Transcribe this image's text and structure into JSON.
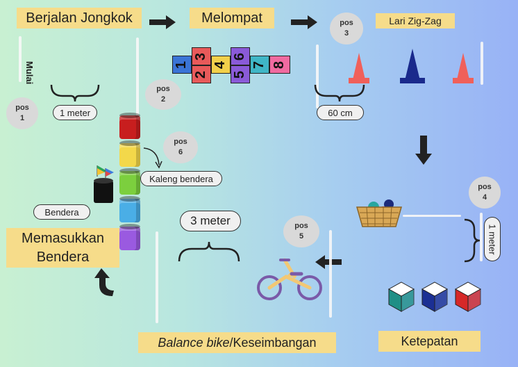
{
  "stations": {
    "berjalan_jongkok": "Berjalan Jongkok",
    "melompat": "Melompat",
    "lari_zig_zag": "Lari Zig-Zag",
    "memasukkan_bendera": "Memasukkan Bendera",
    "ketepatan": "Ketepatan",
    "balance_bike_em": "Balance bike",
    "balance_bike_rest": "/Keseimbangan"
  },
  "start_label": "Mulai",
  "pos_word": "pos",
  "pos_numbers": [
    "1",
    "2",
    "3",
    "4",
    "5",
    "6"
  ],
  "measurements": {
    "one_meter": "1 meter",
    "sixty_cm": "60 cm",
    "three_meter": "3 meter",
    "one_meter_vertical": "1 meter"
  },
  "items": {
    "kaleng_bendera": "Kaleng bendera",
    "bendera": "Bendera"
  },
  "hopscotch": [
    {
      "label": "1",
      "color": "#3a74d6"
    },
    {
      "label": "2",
      "color": "#e85a5a"
    },
    {
      "label": "3",
      "color": "#e85a5a"
    },
    {
      "label": "4",
      "color": "#f2d04a"
    },
    {
      "label": "5",
      "color": "#8a5ad8"
    },
    {
      "label": "6",
      "color": "#8a5ad8"
    },
    {
      "label": "7",
      "color": "#3fb6c6"
    },
    {
      "label": "8",
      "color": "#f06aa0"
    }
  ],
  "can_colors": [
    "#c81e1e",
    "#f3d84a",
    "#7ccf3e",
    "#4aaee6",
    "#9a5ae0"
  ],
  "cone_colors": [
    "#f0605a",
    "#1a2a8c",
    "#f0605a"
  ],
  "cube_colors": [
    "#1f8f86",
    "#1b2f94",
    "#d62828"
  ]
}
